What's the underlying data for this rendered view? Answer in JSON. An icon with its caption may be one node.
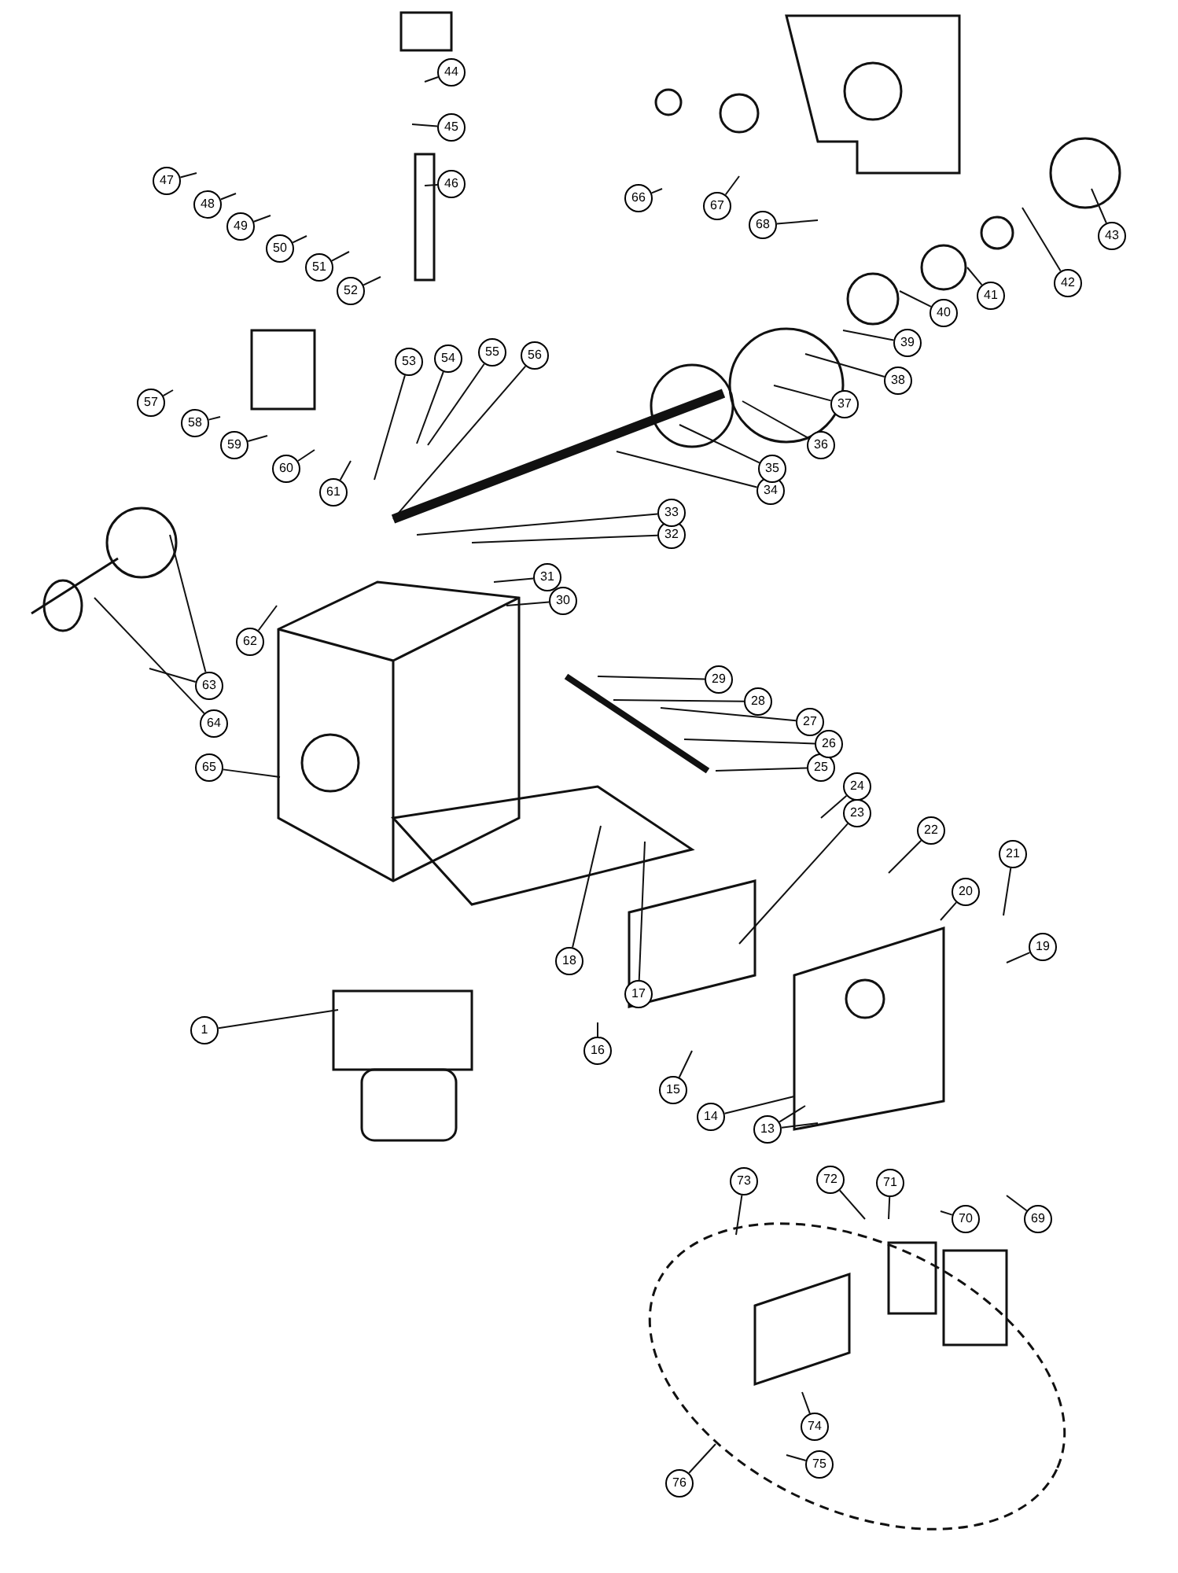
{
  "diagram": {
    "nodes": [
      {
        "text": [
          "1"
        ]
      },
      {
        "text": [
          "13"
        ]
      },
      {
        "text": [
          "14"
        ]
      },
      {
        "text": [
          "15"
        ]
      },
      {
        "text": [
          "16"
        ]
      },
      {
        "text": [
          "17"
        ]
      },
      {
        "text": [
          "18"
        ]
      },
      {
        "text": [
          "19"
        ]
      },
      {
        "text": [
          "20"
        ]
      },
      {
        "text": [
          "21"
        ]
      },
      {
        "text": [
          "22"
        ]
      },
      {
        "text": [
          "23"
        ]
      },
      {
        "text": [
          "24"
        ]
      },
      {
        "text": [
          "25"
        ]
      },
      {
        "text": [
          "26"
        ]
      },
      {
        "text": [
          "27"
        ]
      },
      {
        "text": [
          "28"
        ]
      },
      {
        "text": [
          "29"
        ]
      },
      {
        "text": [
          "30"
        ]
      },
      {
        "text": [
          "31"
        ]
      },
      {
        "text": [
          "32"
        ]
      },
      {
        "text": [
          "33"
        ]
      },
      {
        "text": [
          "34"
        ]
      },
      {
        "text": [
          "35"
        ]
      },
      {
        "text": [
          "36"
        ]
      },
      {
        "text": [
          "37"
        ]
      },
      {
        "text": [
          "38"
        ]
      },
      {
        "text": [
          "39"
        ]
      },
      {
        "text": [
          "40"
        ]
      },
      {
        "text": [
          "41"
        ]
      },
      {
        "text": [
          "42"
        ]
      },
      {
        "text": [
          "43"
        ]
      },
      {
        "text": [
          "44"
        ]
      },
      {
        "text": [
          "45"
        ]
      },
      {
        "text": [
          "46"
        ]
      },
      {
        "text": [
          "47"
        ]
      },
      {
        "text": [
          "48"
        ]
      },
      {
        "text": [
          "49"
        ]
      },
      {
        "text": [
          "50"
        ]
      },
      {
        "text": [
          "51"
        ]
      },
      {
        "text": [
          "52"
        ]
      },
      {
        "text": [
          "53"
        ]
      },
      {
        "text": [
          "54"
        ]
      },
      {
        "text": [
          "55"
        ]
      },
      {
        "text": [
          "56"
        ]
      },
      {
        "text": [
          "57"
        ]
      },
      {
        "text": [
          "58"
        ]
      },
      {
        "text": [
          "59"
        ]
      },
      {
        "text": [
          "60"
        ]
      },
      {
        "text": [
          "61"
        ]
      },
      {
        "text": [
          "62"
        ]
      },
      {
        "text": [
          "63"
        ]
      },
      {
        "text": [
          "64"
        ]
      },
      {
        "text": [
          "65"
        ]
      },
      {
        "text": [
          "66"
        ]
      },
      {
        "text": [
          "67"
        ]
      },
      {
        "text": [
          "68"
        ]
      },
      {
        "text": [
          "69"
        ]
      },
      {
        "text": [
          "70"
        ]
      },
      {
        "text": [
          "71"
        ]
      },
      {
        "text": [
          "72"
        ]
      },
      {
        "text": [
          "73"
        ]
      },
      {
        "text": [
          "74"
        ]
      },
      {
        "text": [
          "75"
        ]
      },
      {
        "text": [
          "76"
        ]
      }
    ],
    "edges": [
      {
        "from": 0,
        "to": null,
        "arrow": "none"
      },
      {
        "from": 1,
        "to": null,
        "arrow": "none"
      },
      {
        "from": 1,
        "to": null,
        "arrow": "none"
      },
      {
        "from": 2,
        "to": null,
        "arrow": "none"
      },
      {
        "from": 3,
        "to": null,
        "arrow": "none"
      },
      {
        "from": 4,
        "to": null,
        "arrow": "none"
      },
      {
        "from": 5,
        "to": null,
        "arrow": "none"
      },
      {
        "from": 6,
        "to": null,
        "arrow": "none"
      },
      {
        "from": 7,
        "to": null,
        "arrow": "none"
      },
      {
        "from": 8,
        "to": null,
        "arrow": "none"
      },
      {
        "from": 9,
        "to": null,
        "arrow": "none"
      },
      {
        "from": 10,
        "to": null,
        "arrow": "none"
      },
      {
        "from": 11,
        "to": null,
        "arrow": "none"
      },
      {
        "from": 12,
        "to": null,
        "arrow": "none"
      },
      {
        "from": 13,
        "to": null,
        "arrow": "none"
      },
      {
        "from": 14,
        "to": null,
        "arrow": "none"
      },
      {
        "from": 15,
        "to": null,
        "arrow": "none"
      },
      {
        "from": 16,
        "to": null,
        "arrow": "none"
      },
      {
        "from": 17,
        "to": null,
        "arrow": "none"
      },
      {
        "from": 18,
        "to": null,
        "arrow": "none"
      },
      {
        "from": 19,
        "to": null,
        "arrow": "none"
      },
      {
        "from": 20,
        "to": null,
        "arrow": "none"
      },
      {
        "from": 21,
        "to": null,
        "arrow": "none"
      },
      {
        "from": 22,
        "to": null,
        "arrow": "none"
      },
      {
        "from": 23,
        "to": null,
        "arrow": "none"
      },
      {
        "from": 24,
        "to": null,
        "arrow": "none"
      },
      {
        "from": 25,
        "to": null,
        "arrow": "none"
      },
      {
        "from": 26,
        "to": null,
        "arrow": "none"
      },
      {
        "from": 27,
        "to": null,
        "arrow": "none"
      },
      {
        "from": 28,
        "to": null,
        "arrow": "none"
      },
      {
        "from": 29,
        "to": null,
        "arrow": "none"
      },
      {
        "from": 30,
        "to": null,
        "arrow": "none"
      },
      {
        "from": 31,
        "to": null,
        "arrow": "none"
      },
      {
        "from": 32,
        "to": null,
        "arrow": "none"
      },
      {
        "from": 33,
        "to": null,
        "arrow": "none"
      },
      {
        "from": 34,
        "to": null,
        "arrow": "none"
      },
      {
        "from": 35,
        "to": null,
        "arrow": "none"
      },
      {
        "from": 36,
        "to": null,
        "arrow": "none"
      },
      {
        "from": 37,
        "to": null,
        "arrow": "none"
      },
      {
        "from": 38,
        "to": null,
        "arrow": "none"
      },
      {
        "from": 39,
        "to": null,
        "arrow": "none"
      },
      {
        "from": 40,
        "to": null,
        "arrow": "none"
      },
      {
        "from": 41,
        "to": null,
        "arrow": "none"
      },
      {
        "from": 42,
        "to": null,
        "arrow": "none"
      },
      {
        "from": 43,
        "to": null,
        "arrow": "none"
      },
      {
        "from": 44,
        "to": null,
        "arrow": "none"
      },
      {
        "from": 45,
        "to": null,
        "arrow": "none"
      },
      {
        "from": 46,
        "to": null,
        "arrow": "none"
      },
      {
        "from": 47,
        "to": null,
        "arrow": "none"
      },
      {
        "from": 48,
        "to": null,
        "arrow": "none"
      },
      {
        "from": 49,
        "to": null,
        "arrow": "none"
      },
      {
        "from": 50,
        "to": null,
        "arrow": "none"
      },
      {
        "from": 51,
        "to": null,
        "arrow": "none"
      },
      {
        "from": 51,
        "to": null,
        "arrow": "none"
      },
      {
        "from": 52,
        "to": null,
        "arrow": "none"
      },
      {
        "from": 53,
        "to": null,
        "arrow": "none"
      },
      {
        "from": 54,
        "to": null,
        "arrow": "none"
      },
      {
        "from": 55,
        "to": null,
        "arrow": "none"
      },
      {
        "from": 56,
        "to": null,
        "arrow": "none"
      },
      {
        "from": 57,
        "to": null,
        "arrow": "none"
      },
      {
        "from": 58,
        "to": null,
        "arrow": "none"
      },
      {
        "from": 59,
        "to": null,
        "arrow": "none"
      },
      {
        "from": 60,
        "to": null,
        "arrow": "none"
      },
      {
        "from": 61,
        "to": null,
        "arrow": "none"
      },
      {
        "from": 62,
        "to": null,
        "arrow": "none"
      },
      {
        "from": 63,
        "to": null,
        "arrow": "none"
      },
      {
        "from": 64,
        "to": null,
        "arrow": "none"
      }
    ]
  }
}
